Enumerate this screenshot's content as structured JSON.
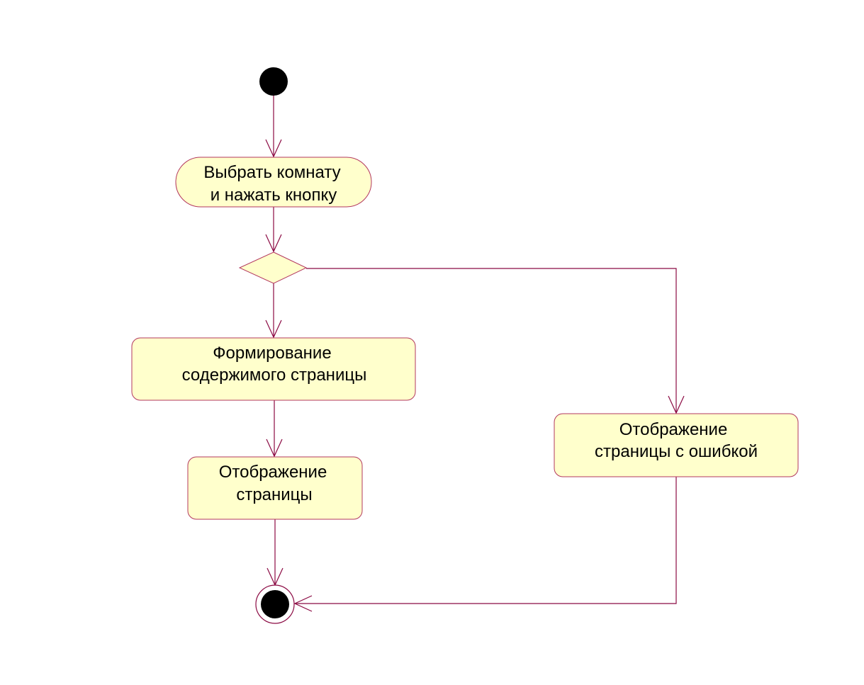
{
  "diagram": {
    "type": "activity",
    "colors": {
      "line": "#8b0a43",
      "activity_fill": "#ffffcc",
      "activity_border": "#b3375e",
      "node_fill": "#000000"
    },
    "nodes": {
      "start": {
        "kind": "initial"
      },
      "select_room": {
        "kind": "action",
        "line1": "Выбрать комнату",
        "line2": "и нажать кнопку"
      },
      "decision": {
        "kind": "decision"
      },
      "form_content": {
        "kind": "action",
        "line1": "Формирование",
        "line2": "содержимого страницы"
      },
      "show_page": {
        "kind": "action",
        "line1": "Отображение",
        "line2": "страницы"
      },
      "show_error": {
        "kind": "action",
        "line1": "Отображение",
        "line2": "страницы с ошибкой"
      },
      "end": {
        "kind": "final"
      }
    },
    "transitions": [
      {
        "from": "start",
        "to": "select_room"
      },
      {
        "from": "select_room",
        "to": "decision"
      },
      {
        "from": "decision",
        "to": "form_content"
      },
      {
        "from": "decision",
        "to": "show_error"
      },
      {
        "from": "form_content",
        "to": "show_page"
      },
      {
        "from": "show_page",
        "to": "end"
      },
      {
        "from": "show_error",
        "to": "end"
      }
    ]
  }
}
